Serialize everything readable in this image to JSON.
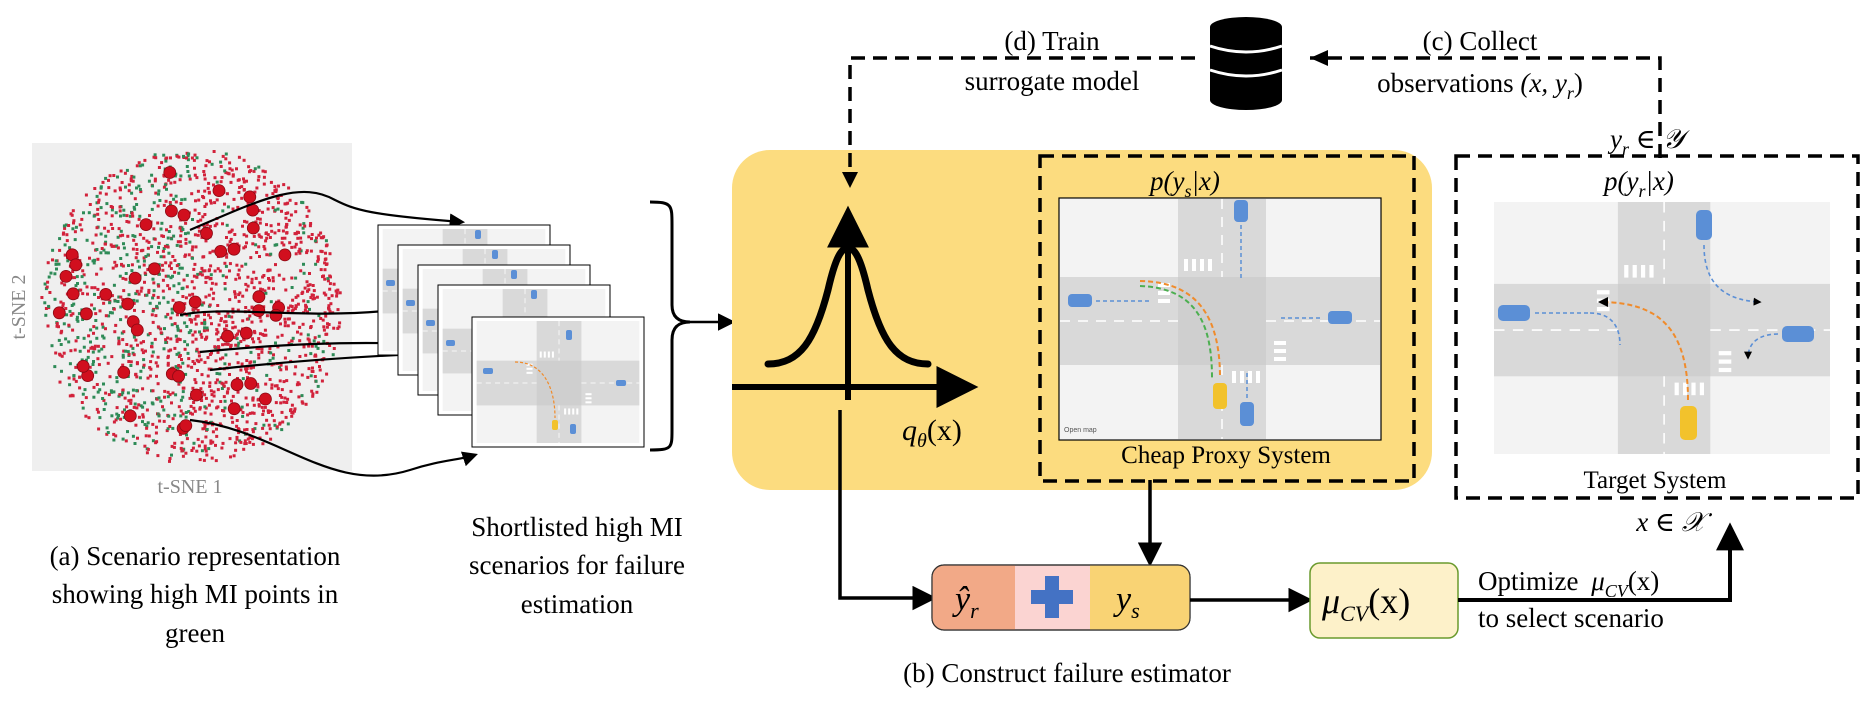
{
  "labels": {
    "tsne_x": "t-SNE 1",
    "tsne_y": "t-SNE 2",
    "caption_a": [
      "(a) Scenario representation",
      "showing high MI points in",
      "green"
    ],
    "caption_shortlist": [
      "Shortlisted high MI",
      "scenarios for failure",
      "estimation"
    ],
    "caption_b": "(b) Construct failure estimator",
    "train": [
      "(d) Train",
      "surrogate model"
    ],
    "collect_line1": "(c) Collect",
    "collect_line2": "observations ",
    "collect_math": "(x, y",
    "collect_sub": "r",
    "collect_close": ")",
    "y_in": "y",
    "y_in_sub": "r",
    "y_in_rest": " ∈ 𝒴",
    "x_in": "x ∈ 𝒳",
    "q_theta": "q",
    "q_sub": "θ",
    "q_rest": "(x)",
    "proxy_prob": "p(y",
    "proxy_sub": "s",
    "proxy_prob_rest": "|x)",
    "target_prob": "p(y",
    "target_sub": "r",
    "target_prob_rest": "|x)",
    "proxy_name": "Cheap Proxy System",
    "target_name": "Target System",
    "yhat": "ŷ",
    "yhat_sub": "r",
    "ys": "y",
    "ys_sub": "s",
    "mu": "μ",
    "mu_sub": "CV",
    "mu_rest": "(x)",
    "optimize": "Optimize ",
    "optimize_mu": "μ",
    "optimize_sub": "CV",
    "optimize_rest": "(x)",
    "select": "to select scenario",
    "open_map": "Open map"
  },
  "colors": {
    "highlight": "#fcdc7f",
    "red_point": "#d2223b",
    "green_point": "#2e8b57",
    "orange_box": "#f2a987",
    "pink_box": "#fbd4d2",
    "yellow_box": "#f9d374",
    "mu_box": "#fdf1c9",
    "mu_border": "#6a9a2d",
    "plus": "#4472c4",
    "road": "#d9d9d9",
    "car_blue": "#5b8fd6",
    "car_yellow": "#f2c22c",
    "path_orange": "#f08b2b",
    "path_green": "#4caf50"
  }
}
